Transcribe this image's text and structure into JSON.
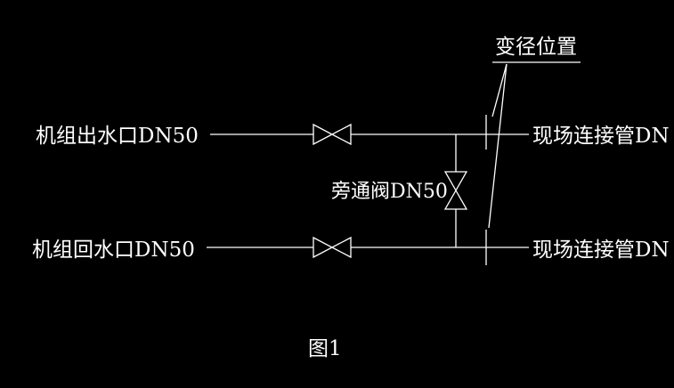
{
  "diagram": {
    "labels": {
      "supply_outlet": "机组出水口DN50",
      "return_inlet": "机组回水口DN50",
      "bypass_valve": "旁通阀DN50",
      "reducer_position": "变径位置",
      "site_pipe_top": "现场连接管DN",
      "site_pipe_bottom": "现场连接管DN",
      "figure_caption": "图1"
    },
    "colors": {
      "background": "#000000",
      "line": "#ffffff",
      "text": "#ffffff"
    },
    "symbols": {
      "valve": "gate-valve-icon",
      "reducer": "reducer-tick-icon"
    }
  }
}
